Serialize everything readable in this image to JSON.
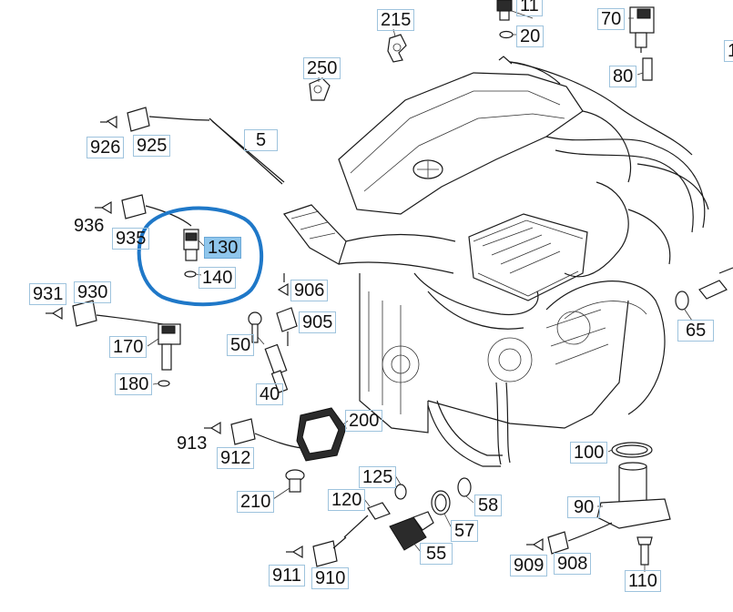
{
  "diagram": {
    "callouts": [
      {
        "id": "c11",
        "label": "11"
      },
      {
        "id": "c20",
        "label": "20"
      },
      {
        "id": "c70",
        "label": "70"
      },
      {
        "id": "c80",
        "label": "80"
      },
      {
        "id": "c1",
        "label": "1"
      },
      {
        "id": "c215",
        "label": "215"
      },
      {
        "id": "c250",
        "label": "250"
      },
      {
        "id": "c5",
        "label": "5"
      },
      {
        "id": "c926",
        "label": "926"
      },
      {
        "id": "c925",
        "label": "925"
      },
      {
        "id": "c936",
        "label": "936"
      },
      {
        "id": "c935",
        "label": "935"
      },
      {
        "id": "c130",
        "label": "130"
      },
      {
        "id": "c140",
        "label": "140"
      },
      {
        "id": "c931",
        "label": "931"
      },
      {
        "id": "c930",
        "label": "930"
      },
      {
        "id": "c170",
        "label": "170"
      },
      {
        "id": "c180",
        "label": "180"
      },
      {
        "id": "c906",
        "label": "906"
      },
      {
        "id": "c905",
        "label": "905"
      },
      {
        "id": "c50",
        "label": "50"
      },
      {
        "id": "c40",
        "label": "40"
      },
      {
        "id": "c65",
        "label": "65"
      },
      {
        "id": "c200",
        "label": "200"
      },
      {
        "id": "c913",
        "label": "913"
      },
      {
        "id": "c912",
        "label": "912"
      },
      {
        "id": "c210",
        "label": "210"
      },
      {
        "id": "c125",
        "label": "125"
      },
      {
        "id": "c120",
        "label": "120"
      },
      {
        "id": "c58",
        "label": "58"
      },
      {
        "id": "c57",
        "label": "57"
      },
      {
        "id": "c55",
        "label": "55"
      },
      {
        "id": "c100",
        "label": "100"
      },
      {
        "id": "c90",
        "label": "90"
      },
      {
        "id": "c909",
        "label": "909"
      },
      {
        "id": "c908",
        "label": "908"
      },
      {
        "id": "c110",
        "label": "110"
      },
      {
        "id": "c911",
        "label": "911"
      },
      {
        "id": "c910",
        "label": "910"
      }
    ],
    "highlighted_callout": "130",
    "colors": {
      "highlight_fill": "#8fc6ec",
      "circle_stroke": "#1f78c8",
      "callout_border": "#9ec3dd",
      "line": "#1a1a1a"
    }
  }
}
